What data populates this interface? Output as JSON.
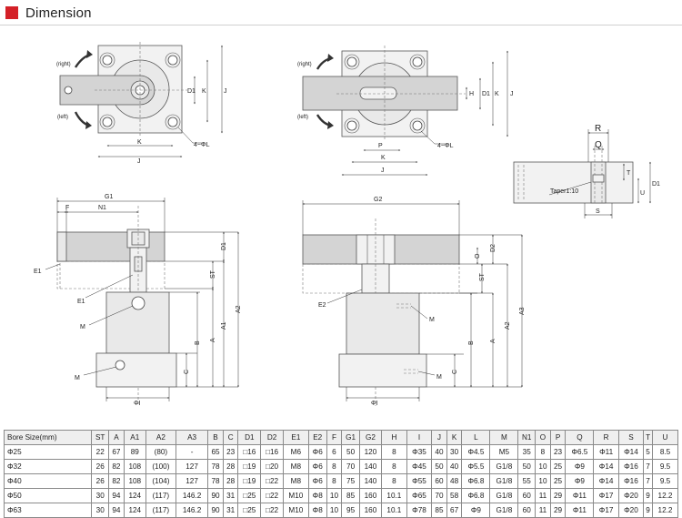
{
  "header": {
    "title": "Dimension",
    "accent_color": "#d42027"
  },
  "drawings": {
    "top_left": {
      "rotation": {
        "right": "(right)",
        "left": "(left)"
      },
      "dims": {
        "D1": "D1",
        "K_vertical": "K",
        "J_vertical": "J",
        "K_horizontal": "K",
        "J_horizontal": "J",
        "holes": "4~ΦL"
      }
    },
    "top_right": {
      "rotation": {
        "right": "(right)",
        "left": "(left)"
      },
      "dims": {
        "H": "H",
        "D1": "D1",
        "K_vertical": "K",
        "J_vertical": "J",
        "P": "P",
        "K_horizontal": "K",
        "J_horizontal": "J",
        "holes": "4~ΦL"
      }
    },
    "detail": {
      "R": "R",
      "Q": "Q",
      "T": "T",
      "U": "U",
      "D1": "D1",
      "S": "S",
      "taper": "Taper1:10"
    },
    "side_left": {
      "labels": {
        "G1": "G1",
        "F": "F",
        "N1": "N1",
        "D1": "D1",
        "E1_top": "E1",
        "E1_mid": "E1",
        "M_mid": "M",
        "M_bottom": "M",
        "ST": "ST",
        "A2": "A2",
        "A1": "A1",
        "A": "A",
        "B": "B",
        "C": "C",
        "phi_i": "ΦI"
      }
    },
    "side_right": {
      "labels": {
        "G2": "G2",
        "D2": "D2",
        "O": "O",
        "ST": "ST",
        "E2": "E2",
        "M_mid": "M",
        "M_bottom": "M",
        "A3": "A3",
        "A2": "A2",
        "A": "A",
        "B": "B",
        "C": "C",
        "phi_i": "ΦI"
      }
    }
  },
  "table": {
    "headers": [
      "Bore Size(mm)",
      "ST",
      "A",
      "A1",
      "A2",
      "A3",
      "B",
      "C",
      "D1",
      "D2",
      "E1",
      "E2",
      "F",
      "G1",
      "G2",
      "H",
      "I",
      "J",
      "K",
      "L",
      "M",
      "N1",
      "O",
      "P",
      "Q",
      "R",
      "S",
      "T",
      "U"
    ],
    "rows": [
      [
        "Φ25",
        "22",
        "67",
        "89",
        "(80)",
        "-",
        "65",
        "23",
        "□16",
        "□16",
        "M6",
        "Φ6",
        "6",
        "50",
        "120",
        "8",
        "Φ35",
        "40",
        "30",
        "Φ4.5",
        "M5",
        "35",
        "8",
        "23",
        "Φ6.5",
        "Φ11",
        "Φ14",
        "5",
        "8.5"
      ],
      [
        "Φ32",
        "26",
        "82",
        "108",
        "(100)",
        "127",
        "78",
        "28",
        "□19",
        "□20",
        "M8",
        "Φ6",
        "8",
        "70",
        "140",
        "8",
        "Φ45",
        "50",
        "40",
        "Φ5.5",
        "G1/8",
        "50",
        "10",
        "25",
        "Φ9",
        "Φ14",
        "Φ16",
        "7",
        "9.5"
      ],
      [
        "Φ40",
        "26",
        "82",
        "108",
        "(104)",
        "127",
        "78",
        "28",
        "□19",
        "□22",
        "M8",
        "Φ6",
        "8",
        "75",
        "140",
        "8",
        "Φ55",
        "60",
        "48",
        "Φ6.8",
        "G1/8",
        "55",
        "10",
        "25",
        "Φ9",
        "Φ14",
        "Φ16",
        "7",
        "9.5"
      ],
      [
        "Φ50",
        "30",
        "94",
        "124",
        "(117)",
        "146.2",
        "90",
        "31",
        "□25",
        "□22",
        "M10",
        "Φ8",
        "10",
        "85",
        "160",
        "10.1",
        "Φ65",
        "70",
        "58",
        "Φ6.8",
        "G1/8",
        "60",
        "11",
        "29",
        "Φ11",
        "Φ17",
        "Φ20",
        "9",
        "12.2"
      ],
      [
        "Φ63",
        "30",
        "94",
        "124",
        "(117)",
        "146.2",
        "90",
        "31",
        "□25",
        "□22",
        "M10",
        "Φ8",
        "10",
        "95",
        "160",
        "10.1",
        "Φ78",
        "85",
        "67",
        "Φ9",
        "G1/8",
        "60",
        "11",
        "29",
        "Φ11",
        "Φ17",
        "Φ20",
        "9",
        "12.2"
      ]
    ]
  }
}
